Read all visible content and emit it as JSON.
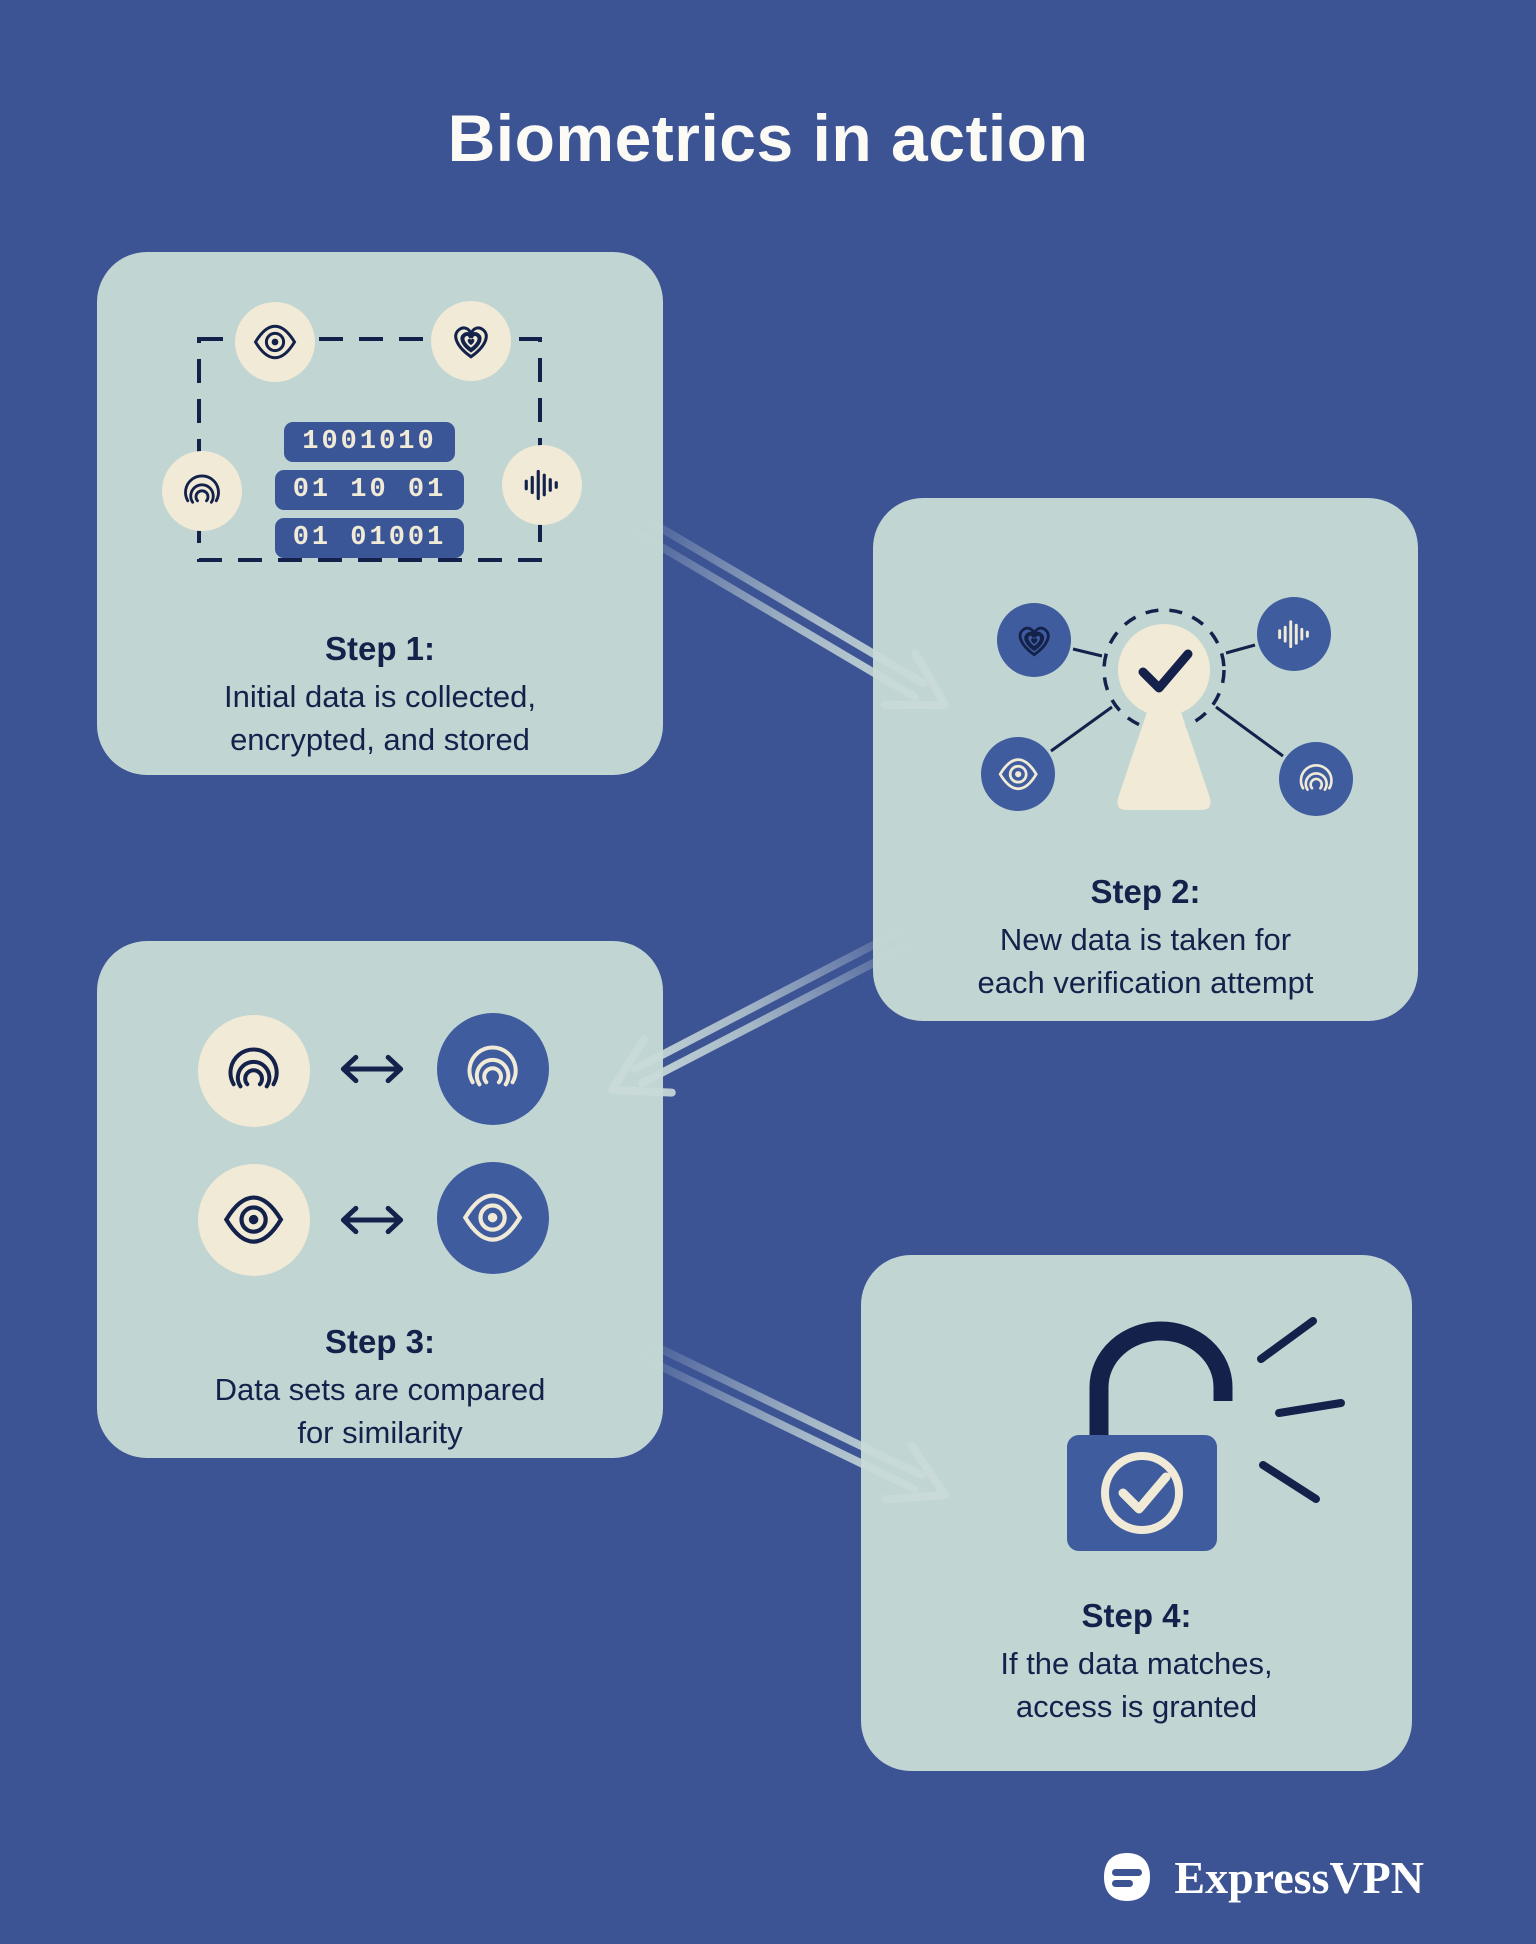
{
  "title": "Biometrics in action",
  "brand": {
    "name": "ExpressVPN"
  },
  "colors": {
    "background": "#3D5494",
    "card": "#C1D5D3",
    "navy": "#14224B",
    "blue": "#3E5C9E",
    "pill": "#3A5697",
    "cream": "#F0EAD6",
    "arrow": "#C9DAD9",
    "text_light": "#FBFAF4"
  },
  "cards": [
    {
      "step_label": "Step 1:",
      "description": "Initial data is collected,\nencrypted, and stored",
      "pills": [
        "1001010",
        "01 10 01",
        "01 01001"
      ],
      "icons": [
        "eye",
        "heart",
        "fingerprint",
        "soundwave",
        "binary-data",
        "dashed-frame"
      ]
    },
    {
      "step_label": "Step 2:",
      "description": "New data is taken for\neach verification attempt",
      "icons": [
        "heart",
        "soundwave",
        "eye",
        "fingerprint",
        "keyhole",
        "checkmark"
      ]
    },
    {
      "step_label": "Step 3:",
      "description": "Data sets are compared\nfor similarity",
      "icons": [
        "fingerprint",
        "compare-arrow",
        "eye"
      ]
    },
    {
      "step_label": "Step 4:",
      "description": "If the data matches,\naccess is granted",
      "icons": [
        "open-padlock",
        "checkmark",
        "emphasis-lines"
      ]
    }
  ]
}
